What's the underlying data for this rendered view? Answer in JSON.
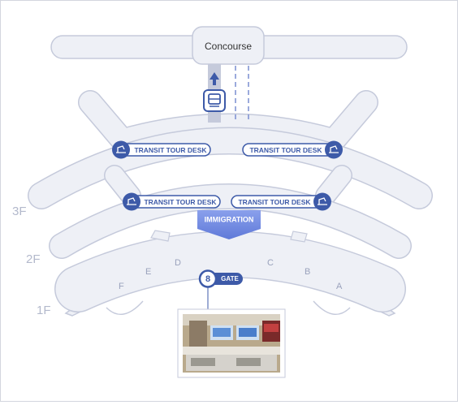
{
  "concourse": {
    "label": "Concourse"
  },
  "floors": {
    "f3": "3F",
    "f2": "2F",
    "f1": "1F"
  },
  "transit_desks": {
    "label": "TRANSIT TOUR DESK",
    "icon": "transit-desk-icon"
  },
  "immigration": {
    "label": "IMMIGRATION"
  },
  "gates": {
    "left": [
      "F",
      "E",
      "D"
    ],
    "right": [
      "C",
      "B",
      "A"
    ]
  },
  "gate_badge": {
    "number": "8",
    "label": "GATE"
  },
  "photo": {
    "description_icon": "transit-desk-photo"
  },
  "colors": {
    "building_fill": "#eef0f6",
    "building_stroke": "#c5cadb",
    "label_blue": "#3d5aa8",
    "arrow_blue": "#6e88e0",
    "floor_text": "#b3b9cc"
  }
}
